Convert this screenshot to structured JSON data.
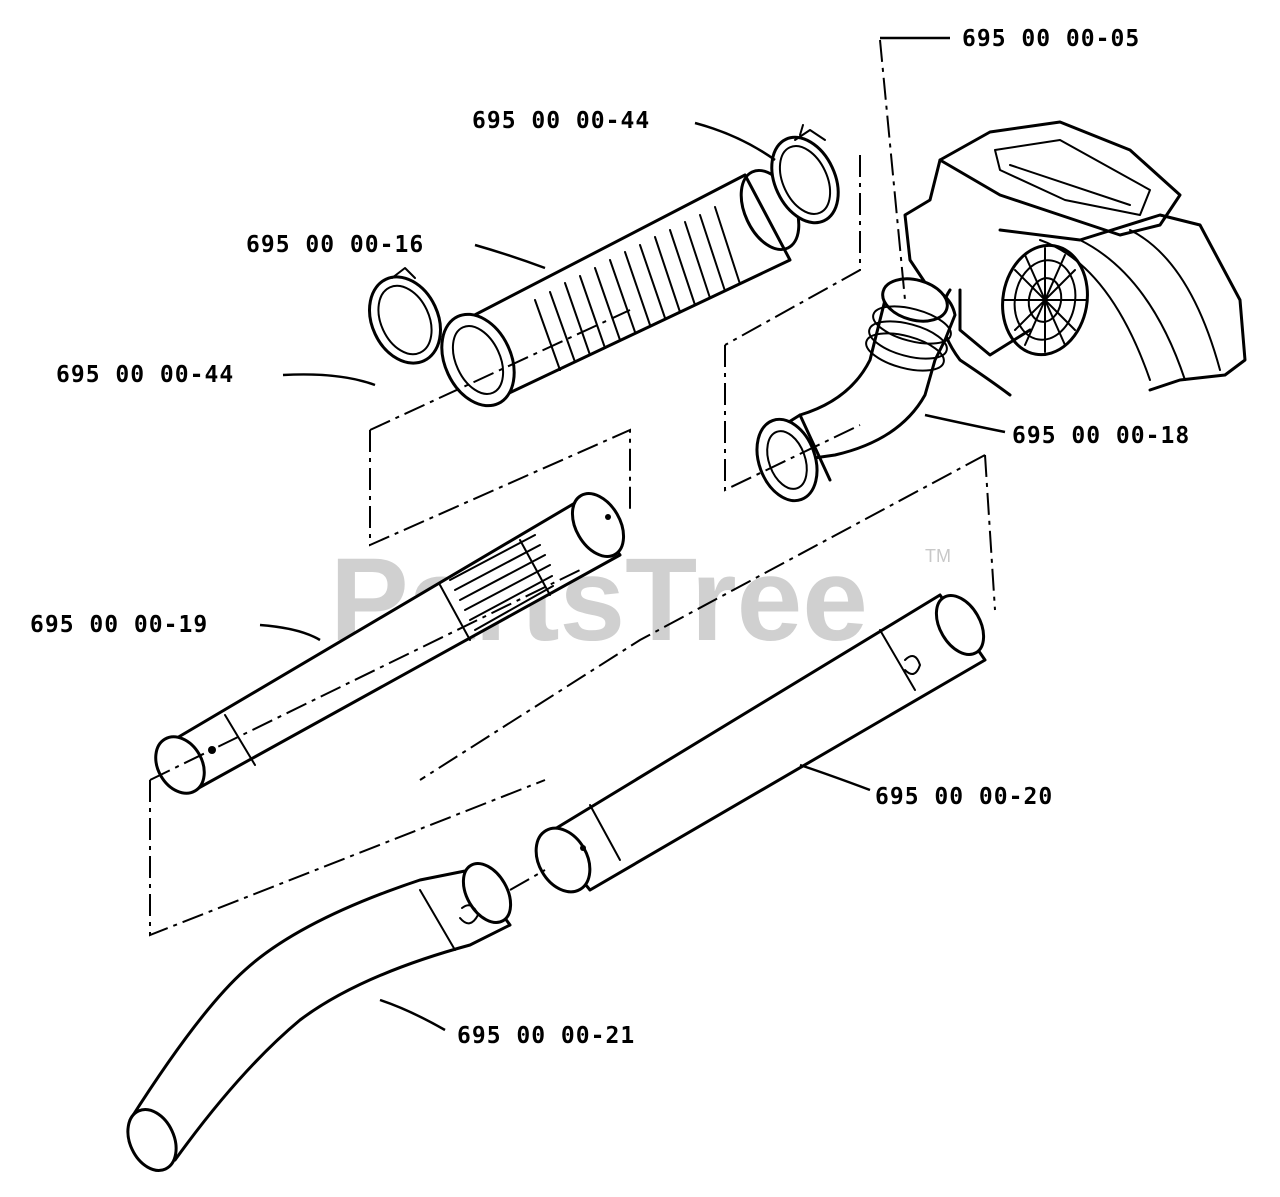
{
  "watermark": {
    "text": "PartsTree",
    "trademark": "TM"
  },
  "parts": [
    {
      "id": "p05",
      "number": "695 00 00-05"
    },
    {
      "id": "p44a",
      "number": "695 00 00-44"
    },
    {
      "id": "p16",
      "number": "695 00 00-16"
    },
    {
      "id": "p44b",
      "number": "695 00 00-44"
    },
    {
      "id": "p18",
      "number": "695 00 00-18"
    },
    {
      "id": "p19",
      "number": "695 00 00-19"
    },
    {
      "id": "p20",
      "number": "695 00 00-20"
    },
    {
      "id": "p21",
      "number": "695 00 00-21"
    }
  ],
  "colors": {
    "ink": "#000000",
    "background": "#ffffff",
    "watermark": "#c8c8c8"
  }
}
